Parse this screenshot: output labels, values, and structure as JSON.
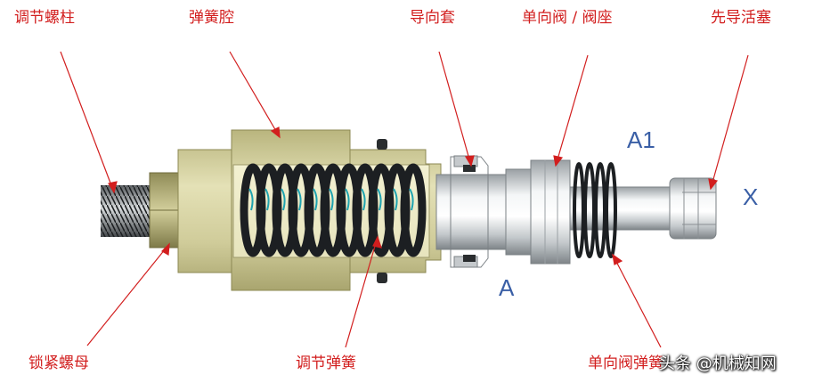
{
  "labels": {
    "adjust_screw": "调节螺柱",
    "spring_chamber": "弹簧腔",
    "guide_sleeve": "导向套",
    "check_valve_seat": "单向阀 / 阀座",
    "pilot_piston": "先导活塞",
    "lock_nut": "锁紧螺母",
    "adjust_spring": "调节弹簧",
    "check_valve_spring": "单向阀弹簧"
  },
  "ports": {
    "a1": "A1",
    "x": "X",
    "a": "A"
  },
  "watermark": "头条 @机械知网",
  "colors": {
    "label_red": "#d21e1e",
    "port_blue": "#3a5fa6",
    "body_olive": "#d6d3a6",
    "spring_dark": "#1c1f22",
    "spring_highlight": "#1fa3b0",
    "metal_light": "#e9ecee",
    "metal_dark": "#8a8f93"
  }
}
